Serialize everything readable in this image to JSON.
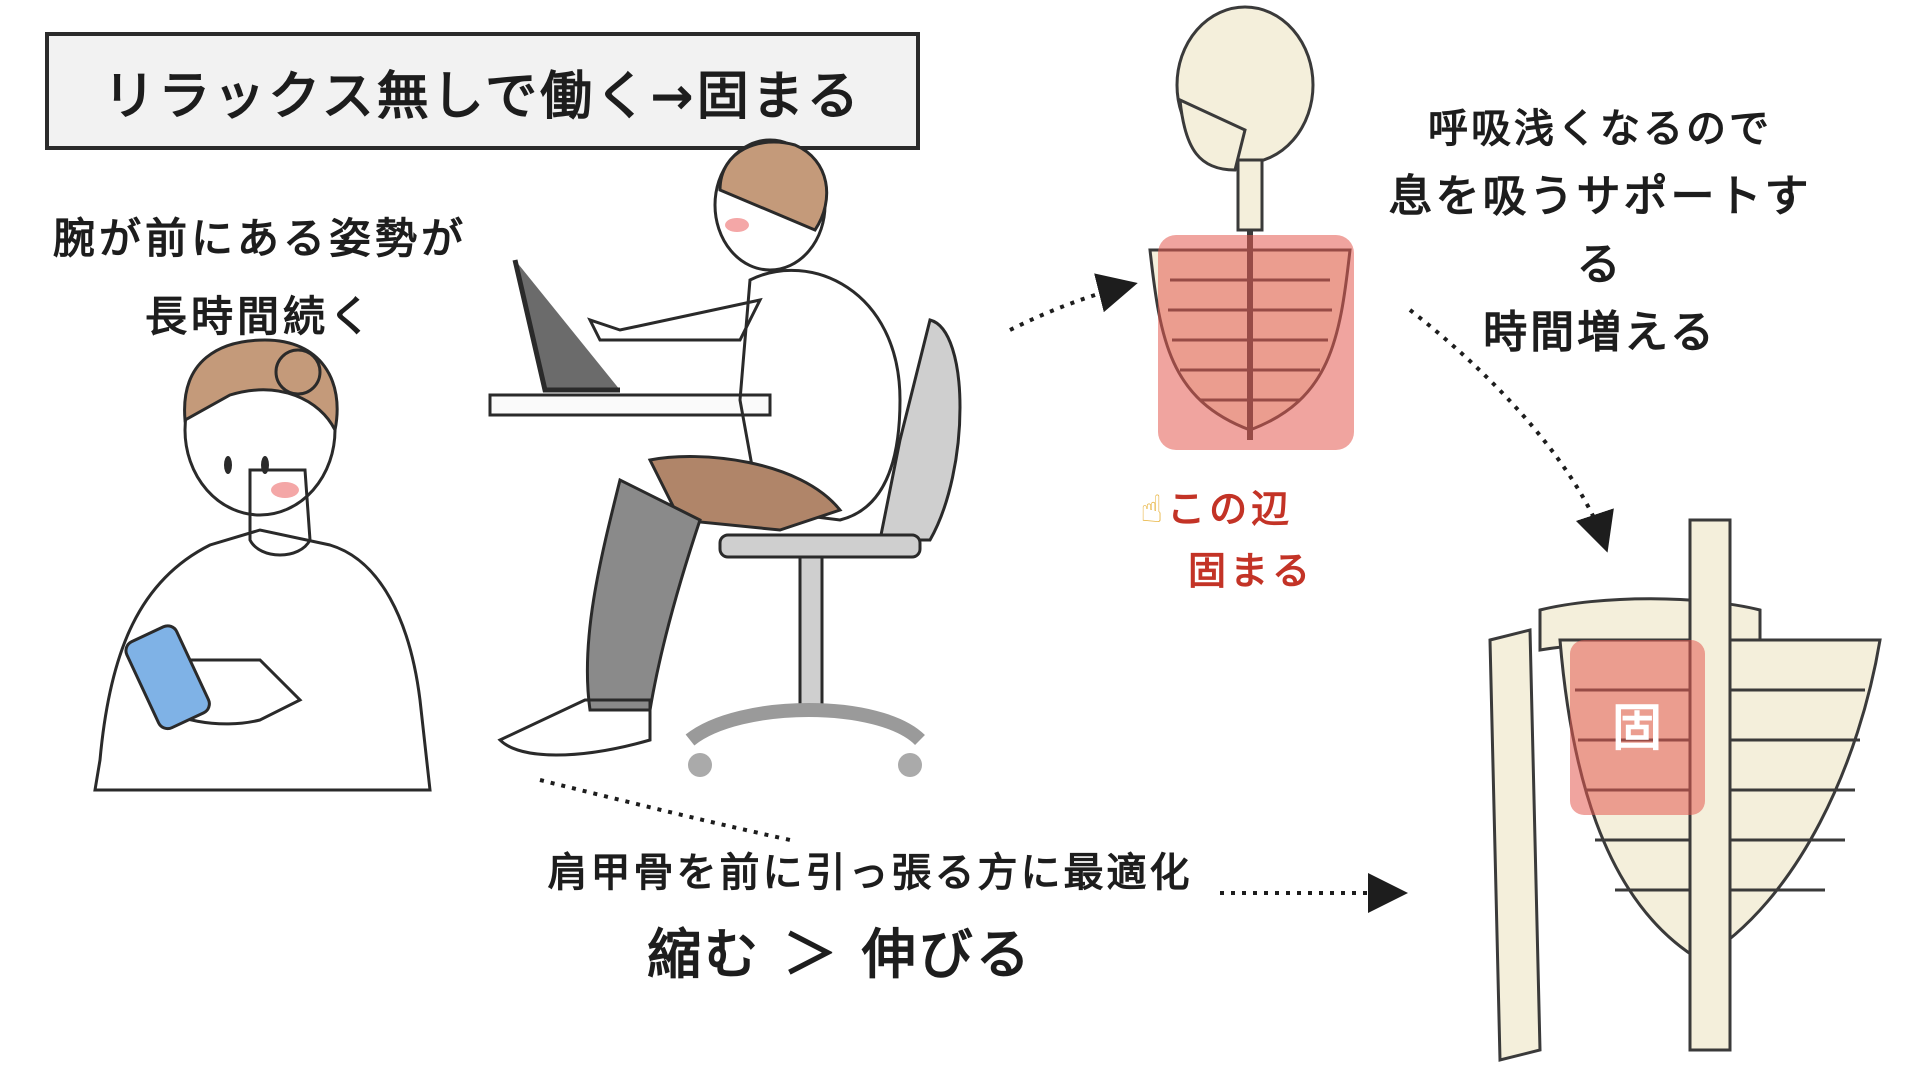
{
  "title": "リラックス無しで働く→固まる",
  "posture_caption": {
    "line1": "腕が前にある姿勢が",
    "line2": "長時間続く"
  },
  "breathing_caption": {
    "line1": "呼吸浅くなるので",
    "line2": "息を吸うサポートする",
    "line3": "時間増える"
  },
  "stiff_label": {
    "icon": "☝",
    "line1": "この辺",
    "line2": "固まる"
  },
  "chest_label": "固",
  "scapula_caption": "肩甲骨を前に引っ張る方に最適化",
  "contraction_caption": "縮む ＞ 伸びる",
  "colors": {
    "highlight": "#e35a50",
    "shirt": "#ef8a86",
    "stiff_text": "#c33326"
  }
}
